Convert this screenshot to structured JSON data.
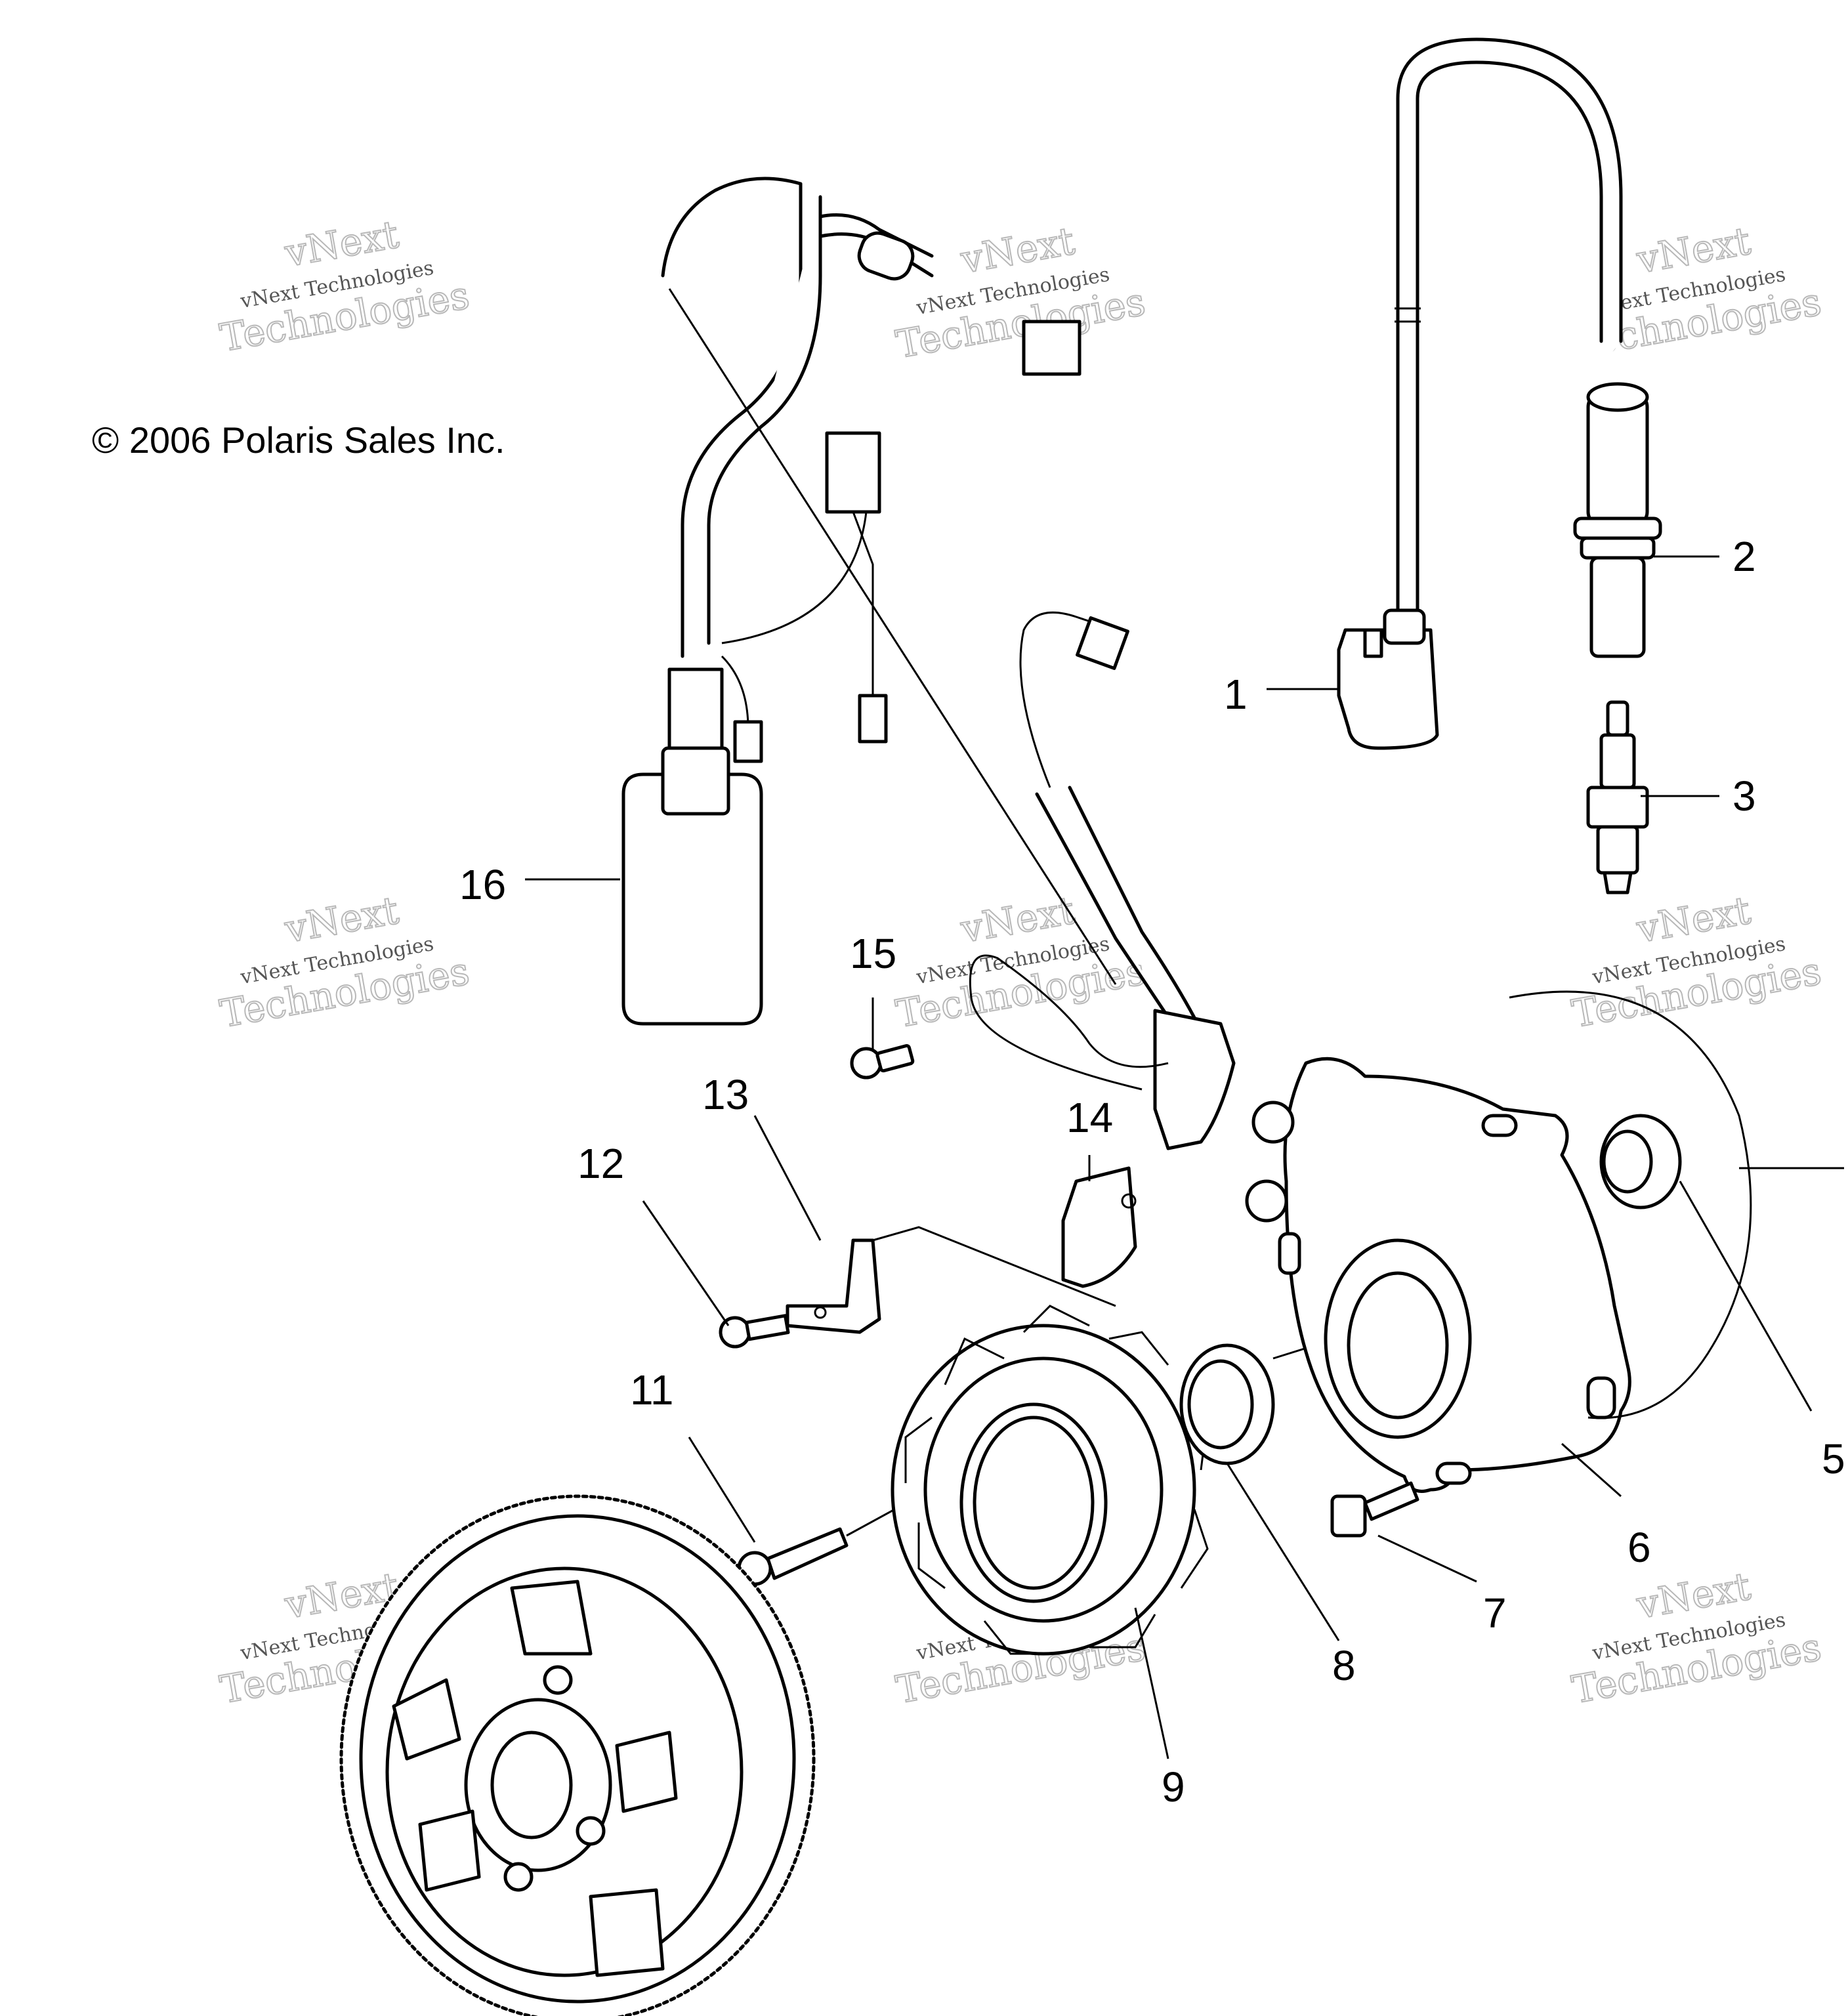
{
  "copyright": "© 2006 Polaris Sales Inc.",
  "watermark": {
    "line1": "vNext Technologies",
    "line2": "vNext",
    "line3": "Technologies"
  },
  "callouts": [
    "1",
    "2",
    "3",
    "5",
    "6",
    "7",
    "8",
    "9",
    "11",
    "12",
    "13",
    "14",
    "15",
    "16"
  ]
}
